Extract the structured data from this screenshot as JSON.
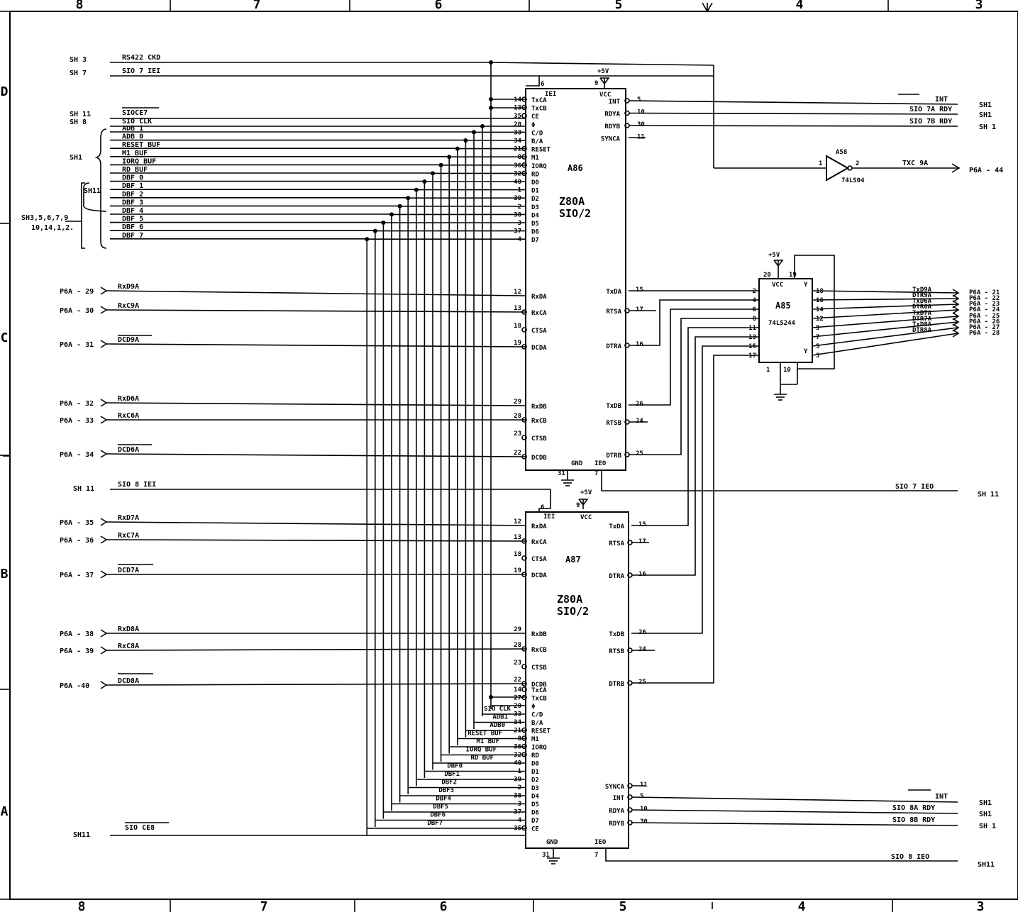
{
  "zones": {
    "top": [
      "8",
      "7",
      "6",
      "5",
      "4",
      "3"
    ],
    "bottom": [
      "8",
      "7",
      "6",
      "5",
      "4",
      "3"
    ],
    "left": [
      "D",
      "C",
      "B",
      "A"
    ]
  },
  "sheet_refs": {
    "sh3": "SH 3",
    "sh7": "SH 7",
    "sh11a": "SH 11",
    "sh8": "SH 8",
    "sh1": "SH1",
    "sh11b": "SH11",
    "multi1": "SH3,5,6,7,9",
    "multi2": "10,14,1,2.",
    "sh11c": "SH 11",
    "sh11d": "SH11"
  },
  "left_signals": {
    "rs422": "RS422 CKD",
    "sio7iei": "SIO 7 IEI",
    "sioce7": "SIOCE7",
    "sioclk": "SIO CLK",
    "bus": [
      "ADB 1",
      "ADB 0",
      "RESET BUF",
      "M1 BUF",
      "IORQ BUF",
      "RD BUF",
      "DBF 0",
      "DBF 1",
      "DBF 2",
      "DBF 3",
      "DBF 4",
      "DBF 5",
      "DBF 6",
      "DBF 7"
    ],
    "sio8iei": "SIO 8 IEI",
    "sioce8": "SIO CE8"
  },
  "p6a_left": {
    "c1": [
      {
        "pin": "P6A - 29",
        "sig": "RxD9A"
      },
      {
        "pin": "P6A - 30",
        "sig": "RxC9A"
      },
      {
        "pin": "P6A - 31",
        "sig": "DCD9A"
      },
      {
        "pin": "P6A - 32",
        "sig": "RxD6A"
      },
      {
        "pin": "P6A - 33",
        "sig": "RxC6A"
      },
      {
        "pin": "P6A - 34",
        "sig": "DCD6A"
      }
    ],
    "c2": [
      {
        "pin": "P6A - 35",
        "sig": "RxD7A"
      },
      {
        "pin": "P6A - 36",
        "sig": "RxC7A"
      },
      {
        "pin": "P6A - 37",
        "sig": "DCD7A"
      },
      {
        "pin": "P6A - 38",
        "sig": "RxD8A"
      },
      {
        "pin": "P6A - 39",
        "sig": "RxC8A"
      },
      {
        "pin": "P6A -40",
        "sig": "DCD8A"
      }
    ]
  },
  "a86": {
    "ref": "A86",
    "type": "Z80A",
    "sub": "SIO/2",
    "vcc": "+5V",
    "vcc_pin": "9",
    "left_top": [
      {
        "n": "14",
        "l": "TxCA"
      },
      {
        "n": "13",
        "l": "TxCB"
      },
      {
        "n": "35",
        "l": "CE"
      },
      {
        "n": "20",
        "l": "Φ"
      },
      {
        "n": "33",
        "l": "C/D"
      },
      {
        "n": "34",
        "l": "B/A"
      },
      {
        "n": "21",
        "l": "RESET"
      },
      {
        "n": "8",
        "l": "M1"
      },
      {
        "n": "36",
        "l": "IORQ"
      },
      {
        "n": "32",
        "l": "RD"
      },
      {
        "n": "40",
        "l": "D0"
      },
      {
        "n": "1",
        "l": "D1"
      },
      {
        "n": "39",
        "l": "D2"
      },
      {
        "n": "2",
        "l": "D3"
      },
      {
        "n": "38",
        "l": "D4"
      },
      {
        "n": "3",
        "l": "D5"
      },
      {
        "n": "37",
        "l": "D6"
      },
      {
        "n": "4",
        "l": "D7"
      }
    ],
    "iei": "IEI",
    "iei_pin": "6",
    "right_top": [
      {
        "n": "5",
        "l": "INT"
      },
      {
        "n": "10",
        "l": "RDYA"
      },
      {
        "n": "30",
        "l": "RDYB"
      },
      {
        "n": "11",
        "l": "SYNCA"
      }
    ],
    "left_ch": [
      {
        "n": "12",
        "l": "RxDA"
      },
      {
        "n": "13",
        "l": "RxCA"
      },
      {
        "n": "18",
        "l": "CTSA"
      },
      {
        "n": "19",
        "l": "DCDA"
      },
      {
        "n": "29",
        "l": "RxDB"
      },
      {
        "n": "28",
        "l": "RxCB"
      },
      {
        "n": "23",
        "l": "CTSB"
      },
      {
        "n": "22",
        "l": "DCDB"
      }
    ],
    "right_ch": [
      {
        "n": "15",
        "l": "TxDA"
      },
      {
        "n": "17",
        "l": "RTSA"
      },
      {
        "n": "16",
        "l": "DTRA"
      },
      {
        "n": "26",
        "l": "TxDB"
      },
      {
        "n": "24",
        "l": "RTSB"
      },
      {
        "n": "25",
        "l": "DTRB"
      }
    ],
    "gnd": "GND",
    "gnd_pin": "31",
    "ieo": "IEO",
    "ieo_pin": "7"
  },
  "a87": {
    "ref": "A87",
    "type": "Z80A",
    "sub": "SIO/2",
    "vcc": "+5V",
    "vcc_pin": "9",
    "iei": "IEI",
    "iei_pin": "6",
    "left_ch": [
      {
        "n": "12",
        "l": "RxDA"
      },
      {
        "n": "13",
        "l": "RxCA"
      },
      {
        "n": "18",
        "l": "CTSA"
      },
      {
        "n": "19",
        "l": "DCDA"
      },
      {
        "n": "29",
        "l": "RxDB"
      },
      {
        "n": "28",
        "l": "RxCB"
      },
      {
        "n": "23",
        "l": "CTSB"
      },
      {
        "n": "22",
        "l": "DCDB"
      }
    ],
    "left_bot": [
      {
        "n": "14",
        "l": "TxCA"
      },
      {
        "n": "27",
        "l": "TxCB"
      },
      {
        "n": "20",
        "l": "Φ"
      },
      {
        "n": "33",
        "l": "C/D"
      },
      {
        "n": "34",
        "l": "B/A"
      },
      {
        "n": "21",
        "l": "RESET"
      },
      {
        "n": "8",
        "l": "M1"
      },
      {
        "n": "36",
        "l": "IORQ"
      },
      {
        "n": "32",
        "l": "RD"
      },
      {
        "n": "40",
        "l": "D0"
      },
      {
        "n": "1",
        "l": "D1"
      },
      {
        "n": "39",
        "l": "D2"
      },
      {
        "n": "2",
        "l": "D3"
      },
      {
        "n": "38",
        "l": "D4"
      },
      {
        "n": "3",
        "l": "D5"
      },
      {
        "n": "37",
        "l": "D6"
      },
      {
        "n": "4",
        "l": "D7"
      },
      {
        "n": "35",
        "l": "CE"
      }
    ],
    "bus_labels": [
      "SIO CLK",
      "ADB1",
      "ADB0",
      "RESET BUF",
      "M1 BUF",
      "IORQ BUF",
      "RD BUF",
      "DBF0",
      "DBF1",
      "DBF2",
      "DBF3",
      "DBF4",
      "DBF5",
      "DBF6",
      "DBF7"
    ],
    "right_ch": [
      {
        "n": "15",
        "l": "TxDA"
      },
      {
        "n": "17",
        "l": "RTSA"
      },
      {
        "n": "16",
        "l": "DTRA"
      },
      {
        "n": "26",
        "l": "TxDB"
      },
      {
        "n": "24",
        "l": "RTSB"
      },
      {
        "n": "25",
        "l": "DTRB"
      }
    ],
    "right_bot": [
      {
        "n": "11",
        "l": "SYNCA"
      },
      {
        "n": "5",
        "l": "INT"
      },
      {
        "n": "10",
        "l": "RDYA"
      },
      {
        "n": "30",
        "l": "RDYB"
      }
    ],
    "gnd": "GND",
    "gnd_pin": "31",
    "ieo": "IEO",
    "ieo_pin": "7"
  },
  "a85": {
    "ref": "A85",
    "type": "74LS244",
    "vcc": "+5V",
    "vcc_lbl": "VCC",
    "pin20": "20",
    "pin19": "19",
    "pin1": "1",
    "pin10": "10",
    "y": "Y",
    "in_pins": [
      "2",
      "4",
      "6",
      "8",
      "11",
      "13",
      "15",
      "17"
    ],
    "out_pins": [
      "18",
      "16",
      "14",
      "12",
      "9",
      "7",
      "5",
      "3"
    ]
  },
  "a58": {
    "ref": "A58",
    "type": "74LS04",
    "in_pin": "1",
    "out_pin": "2"
  },
  "right_out": {
    "top": [
      {
        "sig": "INT",
        "sh": "SH1"
      },
      {
        "sig": "SIO 7A RDY",
        "sh": "SH1"
      },
      {
        "sig": "SIO 7B RDY",
        "sh": "SH 1"
      }
    ],
    "txc": {
      "sig": "TXC 9A",
      "pin": "P6A - 44"
    },
    "p6a": [
      {
        "sig": "TxD9A",
        "pin": "P6A - 21"
      },
      {
        "sig": "DTR9A",
        "pin": "P6A - 22"
      },
      {
        "sig": "TxD6A",
        "pin": "P6A - 23"
      },
      {
        "sig": "DTR6A",
        "pin": "P6A - 24"
      },
      {
        "sig": "TxD7A",
        "pin": "P6A - 25"
      },
      {
        "sig": "DTR7A",
        "pin": "P6A - 26"
      },
      {
        "sig": "TxD8A",
        "pin": "P6A - 27"
      },
      {
        "sig": "DTR8A",
        "pin": "P6A - 28"
      }
    ],
    "sio7ieo": {
      "sig": "SIO 7 IEO",
      "sh": "SH 11"
    },
    "bottom": [
      {
        "sig": "INT",
        "sh": "SH1"
      },
      {
        "sig": "SIO 8A RDY",
        "sh": "SH1"
      },
      {
        "sig": "SIO 8B RDY",
        "sh": "SH 1"
      }
    ],
    "sio8ieo": {
      "sig": "SIO 8 IEO",
      "sh": "SH11"
    }
  }
}
